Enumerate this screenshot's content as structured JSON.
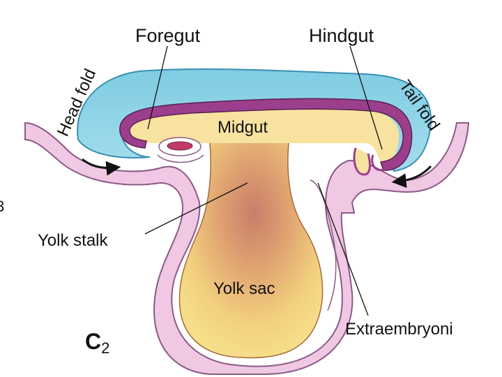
{
  "labels": {
    "foregut": "Foregut",
    "hindgut": "Hindgut",
    "head_fold": "Head fold",
    "tail_fold": "Tail fold",
    "midgut": "Midgut",
    "yolk_stalk": "Yolk stalk",
    "yolk_sac": "Yolk sac",
    "extraembryonic": "Extraembryoni",
    "figure_id_letter": "C",
    "figure_id_sub": "2",
    "left_edge_fragment": "3"
  },
  "colors": {
    "amnion_blue": "#8fd3e6",
    "amnion_outline": "#3a8fb0",
    "membrane_pink": "#f0c8e4",
    "membrane_outline": "#8a5a86",
    "endoderm_purple": "#9b3f8c",
    "endoderm_dark": "#5a1f52",
    "yolk_light": "#f6dd8a",
    "yolk_center": "#c97e6a",
    "heart_red": "#c23a66"
  }
}
